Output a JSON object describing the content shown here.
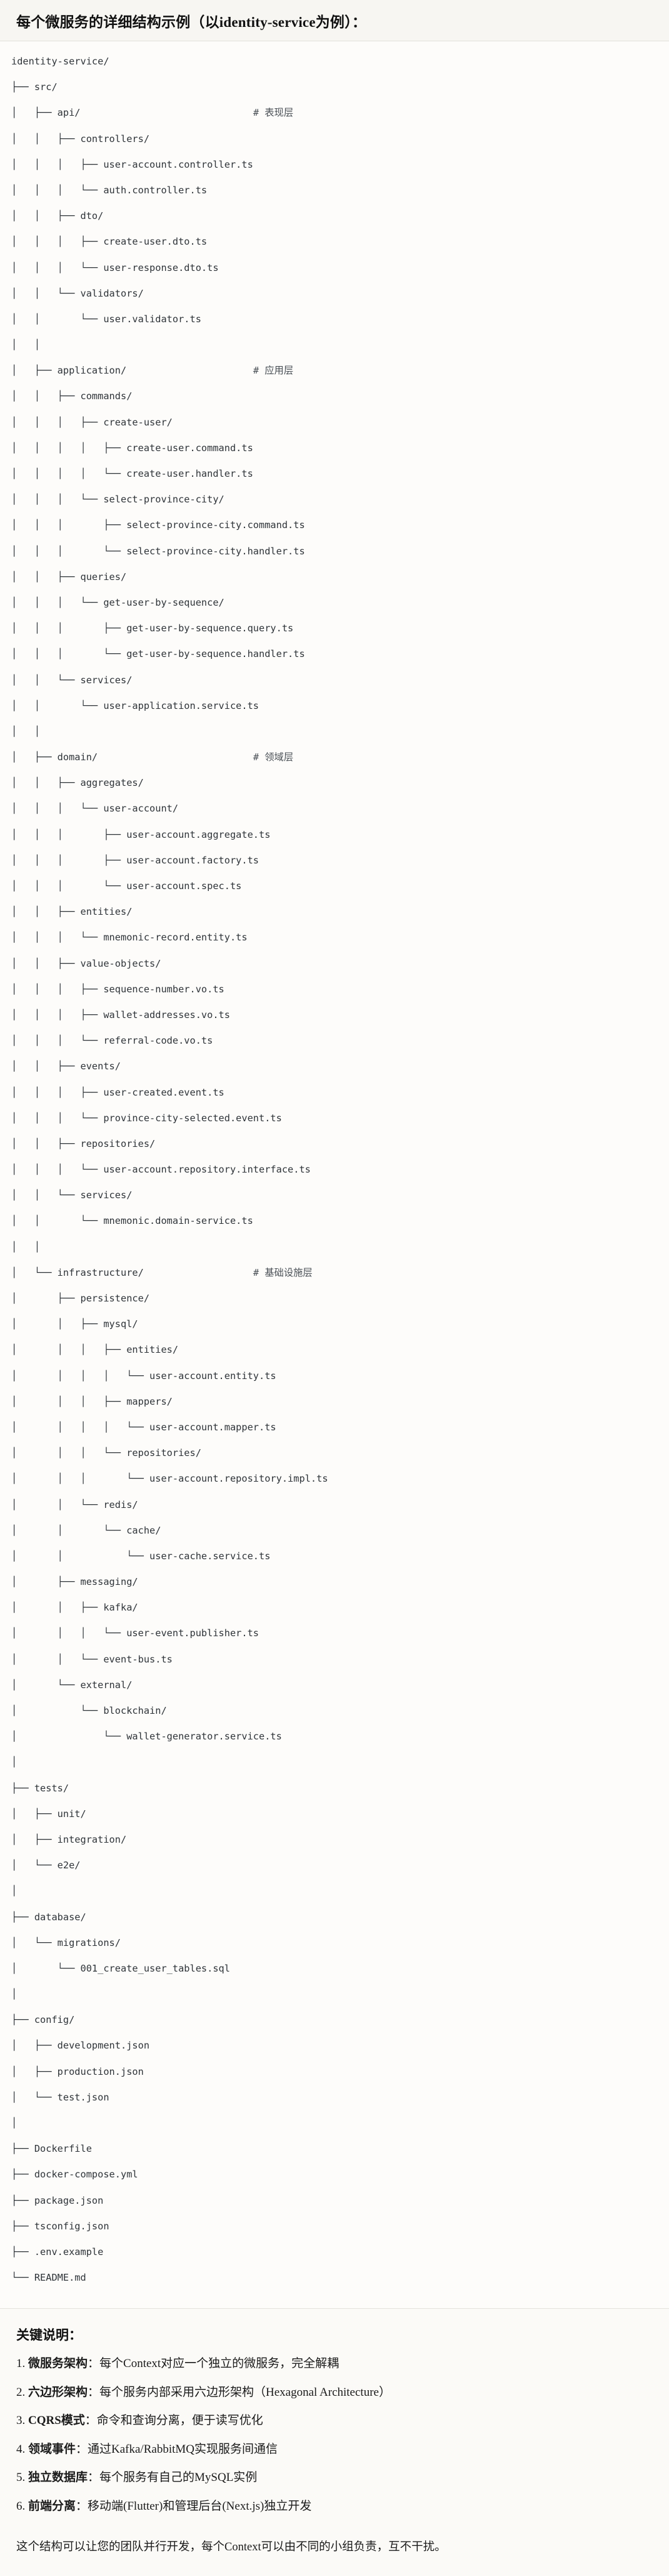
{
  "header": {
    "title": "每个微服务的详细结构示例（以identity-service为例）："
  },
  "tree": {
    "root": "identity-service/",
    "comments": {
      "api": "# 表现层",
      "application": "# 应用层",
      "domain": "# 领域层",
      "infrastructure": "# 基础设施层"
    },
    "lines": [
      {
        "text": "identity-service/",
        "comment": ""
      },
      {
        "text": "├── src/",
        "comment": ""
      },
      {
        "text": "│   ├── api/",
        "comment": "# 表现层"
      },
      {
        "text": "│   │   ├── controllers/",
        "comment": ""
      },
      {
        "text": "│   │   │   ├── user-account.controller.ts",
        "comment": ""
      },
      {
        "text": "│   │   │   └── auth.controller.ts",
        "comment": ""
      },
      {
        "text": "│   │   ├── dto/",
        "comment": ""
      },
      {
        "text": "│   │   │   ├── create-user.dto.ts",
        "comment": ""
      },
      {
        "text": "│   │   │   └── user-response.dto.ts",
        "comment": ""
      },
      {
        "text": "│   │   └── validators/",
        "comment": ""
      },
      {
        "text": "│   │       └── user.validator.ts",
        "comment": ""
      },
      {
        "text": "│   │",
        "comment": ""
      },
      {
        "text": "│   ├── application/",
        "comment": "# 应用层"
      },
      {
        "text": "│   │   ├── commands/",
        "comment": ""
      },
      {
        "text": "│   │   │   ├── create-user/",
        "comment": ""
      },
      {
        "text": "│   │   │   │   ├── create-user.command.ts",
        "comment": ""
      },
      {
        "text": "│   │   │   │   └── create-user.handler.ts",
        "comment": ""
      },
      {
        "text": "│   │   │   └── select-province-city/",
        "comment": ""
      },
      {
        "text": "│   │   │       ├── select-province-city.command.ts",
        "comment": ""
      },
      {
        "text": "│   │   │       └── select-province-city.handler.ts",
        "comment": ""
      },
      {
        "text": "│   │   ├── queries/",
        "comment": ""
      },
      {
        "text": "│   │   │   └── get-user-by-sequence/",
        "comment": ""
      },
      {
        "text": "│   │   │       ├── get-user-by-sequence.query.ts",
        "comment": ""
      },
      {
        "text": "│   │   │       └── get-user-by-sequence.handler.ts",
        "comment": ""
      },
      {
        "text": "│   │   └── services/",
        "comment": ""
      },
      {
        "text": "│   │       └── user-application.service.ts",
        "comment": ""
      },
      {
        "text": "│   │",
        "comment": ""
      },
      {
        "text": "│   ├── domain/",
        "comment": "# 领域层"
      },
      {
        "text": "│   │   ├── aggregates/",
        "comment": ""
      },
      {
        "text": "│   │   │   └── user-account/",
        "comment": ""
      },
      {
        "text": "│   │   │       ├── user-account.aggregate.ts",
        "comment": ""
      },
      {
        "text": "│   │   │       ├── user-account.factory.ts",
        "comment": ""
      },
      {
        "text": "│   │   │       └── user-account.spec.ts",
        "comment": ""
      },
      {
        "text": "│   │   ├── entities/",
        "comment": ""
      },
      {
        "text": "│   │   │   └── mnemonic-record.entity.ts",
        "comment": ""
      },
      {
        "text": "│   │   ├── value-objects/",
        "comment": ""
      },
      {
        "text": "│   │   │   ├── sequence-number.vo.ts",
        "comment": ""
      },
      {
        "text": "│   │   │   ├── wallet-addresses.vo.ts",
        "comment": ""
      },
      {
        "text": "│   │   │   └── referral-code.vo.ts",
        "comment": ""
      },
      {
        "text": "│   │   ├── events/",
        "comment": ""
      },
      {
        "text": "│   │   │   ├── user-created.event.ts",
        "comment": ""
      },
      {
        "text": "│   │   │   └── province-city-selected.event.ts",
        "comment": ""
      },
      {
        "text": "│   │   ├── repositories/",
        "comment": ""
      },
      {
        "text": "│   │   │   └── user-account.repository.interface.ts",
        "comment": ""
      },
      {
        "text": "│   │   └── services/",
        "comment": ""
      },
      {
        "text": "│   │       └── mnemonic.domain-service.ts",
        "comment": ""
      },
      {
        "text": "│   │",
        "comment": ""
      },
      {
        "text": "│   └── infrastructure/",
        "comment": "# 基础设施层"
      },
      {
        "text": "│       ├── persistence/",
        "comment": ""
      },
      {
        "text": "│       │   ├── mysql/",
        "comment": ""
      },
      {
        "text": "│       │   │   ├── entities/",
        "comment": ""
      },
      {
        "text": "│       │   │   │   └── user-account.entity.ts",
        "comment": ""
      },
      {
        "text": "│       │   │   ├── mappers/",
        "comment": ""
      },
      {
        "text": "│       │   │   │   └── user-account.mapper.ts",
        "comment": ""
      },
      {
        "text": "│       │   │   └── repositories/",
        "comment": ""
      },
      {
        "text": "│       │   │       └── user-account.repository.impl.ts",
        "comment": ""
      },
      {
        "text": "│       │   └── redis/",
        "comment": ""
      },
      {
        "text": "│       │       └── cache/",
        "comment": ""
      },
      {
        "text": "│       │           └── user-cache.service.ts",
        "comment": ""
      },
      {
        "text": "│       ├── messaging/",
        "comment": ""
      },
      {
        "text": "│       │   ├── kafka/",
        "comment": ""
      },
      {
        "text": "│       │   │   └── user-event.publisher.ts",
        "comment": ""
      },
      {
        "text": "│       │   └── event-bus.ts",
        "comment": ""
      },
      {
        "text": "│       └── external/",
        "comment": ""
      },
      {
        "text": "│           └── blockchain/",
        "comment": ""
      },
      {
        "text": "│               └── wallet-generator.service.ts",
        "comment": ""
      },
      {
        "text": "│",
        "comment": ""
      },
      {
        "text": "├── tests/",
        "comment": ""
      },
      {
        "text": "│   ├── unit/",
        "comment": ""
      },
      {
        "text": "│   ├── integration/",
        "comment": ""
      },
      {
        "text": "│   └── e2e/",
        "comment": ""
      },
      {
        "text": "│",
        "comment": ""
      },
      {
        "text": "├── database/",
        "comment": ""
      },
      {
        "text": "│   └── migrations/",
        "comment": ""
      },
      {
        "text": "│       └── 001_create_user_tables.sql",
        "comment": ""
      },
      {
        "text": "│",
        "comment": ""
      },
      {
        "text": "├── config/",
        "comment": ""
      },
      {
        "text": "│   ├── development.json",
        "comment": ""
      },
      {
        "text": "│   ├── production.json",
        "comment": ""
      },
      {
        "text": "│   └── test.json",
        "comment": ""
      },
      {
        "text": "│",
        "comment": ""
      },
      {
        "text": "├── Dockerfile",
        "comment": ""
      },
      {
        "text": "├── docker-compose.yml",
        "comment": ""
      },
      {
        "text": "├── package.json",
        "comment": ""
      },
      {
        "text": "├── tsconfig.json",
        "comment": ""
      },
      {
        "text": "├── .env.example",
        "comment": ""
      },
      {
        "text": "└── README.md",
        "comment": ""
      }
    ]
  },
  "keys": {
    "title": "关键说明：",
    "items": [
      {
        "num": "1.",
        "label": "微服务架构",
        "text": "：每个Context对应一个独立的微服务，完全解耦"
      },
      {
        "num": "2.",
        "label": "六边形架构",
        "text": "：每个服务内部采用六边形架构（Hexagonal Architecture）"
      },
      {
        "num": "3.",
        "label": "CQRS模式",
        "text": "：命令和查询分离，便于读写优化"
      },
      {
        "num": "4.",
        "label": "领域事件",
        "text": "：通过Kafka/RabbitMQ实现服务间通信"
      },
      {
        "num": "5.",
        "label": "独立数据库",
        "text": "：每个服务有自己的MySQL实例"
      },
      {
        "num": "6.",
        "label": "前端分离",
        "text": "：移动端(Flutter)和管理后台(Next.js)独立开发"
      }
    ],
    "closing": "这个结构可以让您的团队并行开发，每个Context可以由不同的小组负责，互不干扰。"
  },
  "colors": {
    "page_bg": "#fbfaf7",
    "code_bg": "#fdfcfa",
    "text": "#1b1b1b",
    "code_text": "#2e3338",
    "comment_text": "#4a5056",
    "rule": "#e2e0da"
  }
}
